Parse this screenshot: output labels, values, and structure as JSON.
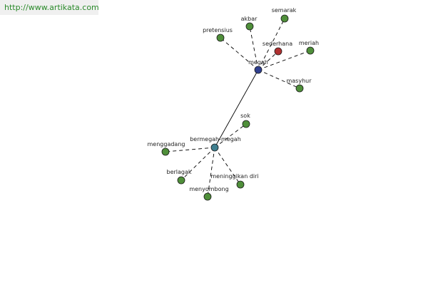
{
  "header": {
    "url": "http://www.artikata.com",
    "url_color": "#2a8a2a"
  },
  "colors": {
    "synonym_node": "#4f8f3a",
    "center_node": "#2f3f8f",
    "secondary_center": "#3f7f8f",
    "antonym_node": "#b03030",
    "edge": "#000000"
  },
  "nodes": [
    {
      "id": "megah",
      "label": "megah",
      "kind": "center"
    },
    {
      "id": "bermegah",
      "label": "bermegah-megah",
      "kind": "secondary"
    },
    {
      "id": "sederhana",
      "label": "sederhana",
      "kind": "antonym"
    },
    {
      "id": "akbar",
      "label": "akbar",
      "kind": "synonym"
    },
    {
      "id": "semarak",
      "label": "semarak",
      "kind": "synonym"
    },
    {
      "id": "pretensius",
      "label": "pretensius",
      "kind": "synonym"
    },
    {
      "id": "meriah",
      "label": "meriah",
      "kind": "synonym"
    },
    {
      "id": "masyhur",
      "label": "masyhur",
      "kind": "synonym"
    },
    {
      "id": "sok",
      "label": "sok",
      "kind": "synonym"
    },
    {
      "id": "menggadang",
      "label": "menggadang",
      "kind": "synonym"
    },
    {
      "id": "berlagak",
      "label": "berlagak",
      "kind": "synonym"
    },
    {
      "id": "meninggikan",
      "label": "meninggikan diri",
      "kind": "synonym"
    },
    {
      "id": "menyombong",
      "label": "menyombong",
      "kind": "synonym"
    }
  ],
  "edges": [
    {
      "from": "megah",
      "to": "bermegah",
      "style": "solid"
    },
    {
      "from": "megah",
      "to": "akbar",
      "style": "dashed"
    },
    {
      "from": "megah",
      "to": "semarak",
      "style": "dashed"
    },
    {
      "from": "megah",
      "to": "pretensius",
      "style": "dashed"
    },
    {
      "from": "megah",
      "to": "sederhana",
      "style": "dashed"
    },
    {
      "from": "megah",
      "to": "meriah",
      "style": "dashed"
    },
    {
      "from": "megah",
      "to": "masyhur",
      "style": "dashed"
    },
    {
      "from": "bermegah",
      "to": "sok",
      "style": "dashed"
    },
    {
      "from": "bermegah",
      "to": "menggadang",
      "style": "dashed"
    },
    {
      "from": "bermegah",
      "to": "berlagak",
      "style": "dashed"
    },
    {
      "from": "bermegah",
      "to": "meninggikan",
      "style": "dashed"
    },
    {
      "from": "bermegah",
      "to": "menyombong",
      "style": "dashed"
    }
  ]
}
